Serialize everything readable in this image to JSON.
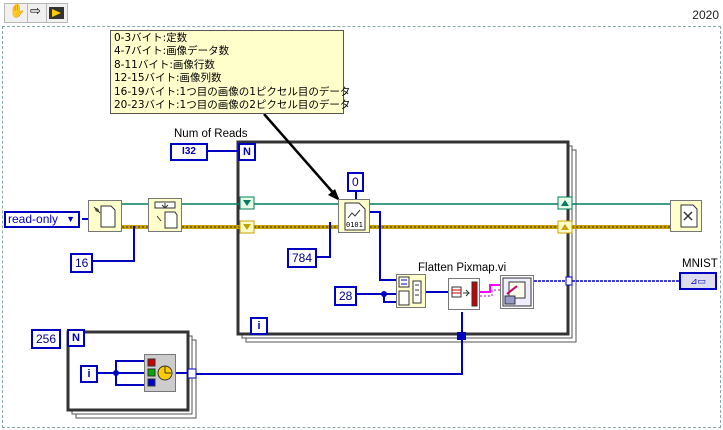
{
  "toolbar": {
    "year": "2020",
    "icons": [
      "hand-icon",
      "arrow-right-icon",
      "run-icon"
    ]
  },
  "note": {
    "lines": [
      "0-3バイト:定数",
      "4-7バイト:画像データ数",
      "8-11バイト:画像行数",
      "12-15バイト:画像列数",
      "16-19バイト:1つ目の画像の1ピクセル目のデータ",
      "20-23バイト:1つ目の画像の2ピクセル目のデータ"
    ]
  },
  "labels": {
    "num_of_reads": "Num of Reads",
    "flatten_pixmap": "Flatten Pixmap.vi",
    "mnist": "MNIST"
  },
  "controls": {
    "access_mode": "read-only",
    "num_reads_type": "I32",
    "mnist_indicator": "⊿▭"
  },
  "constants": {
    "offset": "16",
    "zero": "0",
    "byte_count": "784",
    "image_size": "28",
    "outer_count": "256"
  },
  "loops": {
    "count_terminal": "N",
    "iteration_terminal": "i"
  },
  "colors": {
    "wire_blue": "#0000c0",
    "wire_green": "#007f5f",
    "wire_yellow": "#c8a000",
    "wire_pink": "#ff00ff",
    "node_bg": "#ffffcc"
  }
}
